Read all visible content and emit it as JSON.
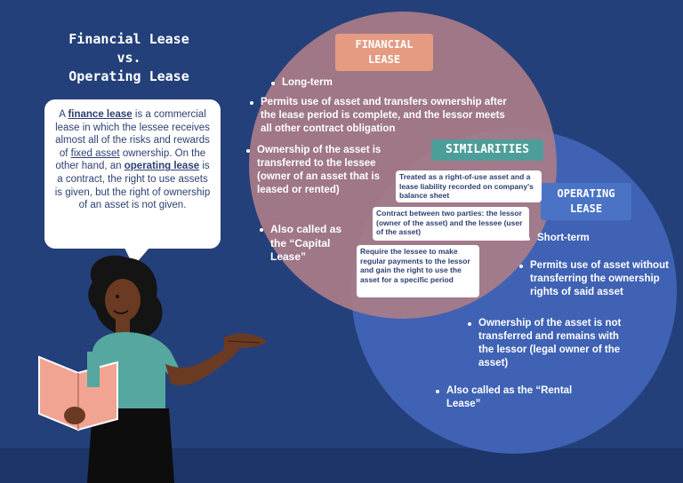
{
  "title": "Financial Lease\nvs.\nOperating Lease",
  "intro": {
    "p1": "A ",
    "t1": "finance lease",
    "p2": " is a commercial lease in which the lessee receives almost all of the risks and rewards of ",
    "t2": "fixed asset",
    "p3": " ownership. On the other hand,  an ",
    "t3": "operating lease",
    "p4": " is a contract, the right to use assets is given, but the right of ownership of an asset is not given."
  },
  "financial": {
    "label": "FINANCIAL\nLEASE",
    "points": [
      "Long-term",
      "Permits use of asset and transfers ownership after the lease period is complete, and the lessor meets all other contract obligation",
      "Ownership of the asset is transferred to the lessee (owner of an asset that is leased or rented)",
      "Also called as the “Capital Lease”"
    ]
  },
  "similarities": {
    "label": "SIMILARITIES",
    "points": [
      "Treated as a right-of-use asset and a lease liability recorded on company's balance sheet",
      "Contract between two parties: the lessor (owner of the asset) and the lessee (user of the asset)",
      "Require the lessee to make regular payments to the lessor and gain the right to use the asset for a specific period"
    ]
  },
  "operating": {
    "label": "OPERATING\nLEASE",
    "points": [
      "Short-term",
      "Permits use of asset without transferring the ownership rights of said asset",
      "Ownership of the asset is not transferred and remains with the lessor (legal owner of the asset)",
      "Also called as the “Rental Lease”"
    ]
  },
  "colors": {
    "background": "#24407a",
    "financial_circle": "#a97c88",
    "operating_circle": "#3f62b4",
    "similarities_label": "#4d9e9a",
    "financial_label": "#e59b81",
    "operating_label": "#4a73c6"
  }
}
